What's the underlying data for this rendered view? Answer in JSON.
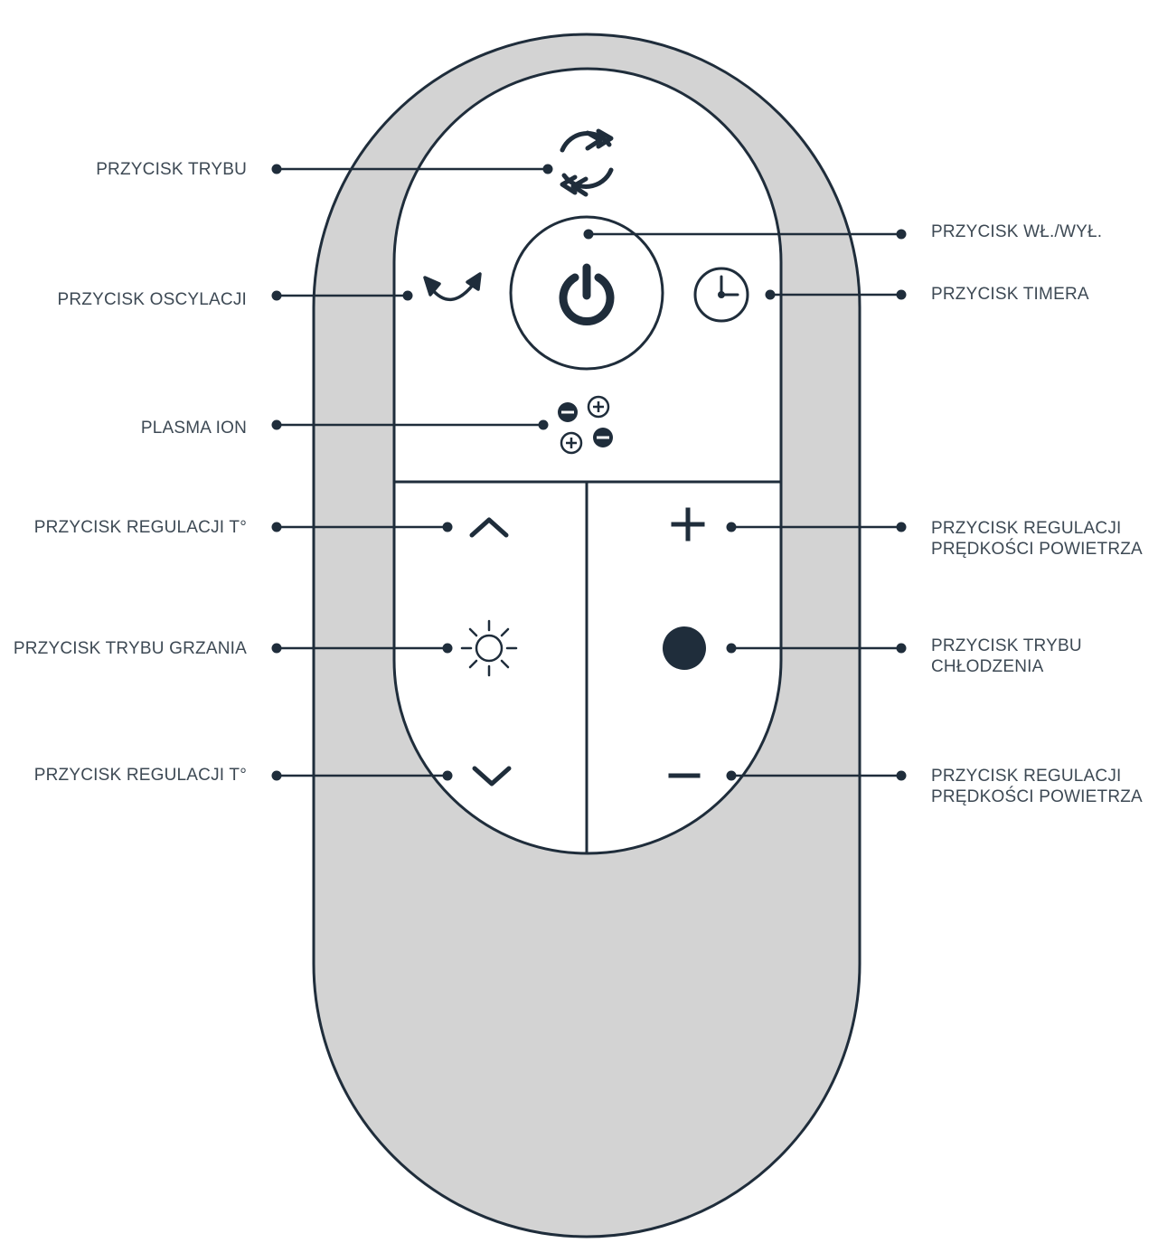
{
  "colors": {
    "outline": "#1f2d3b",
    "body_fill": "#d3d3d3",
    "panel_fill": "#ffffff",
    "label_text": "#3d4954"
  },
  "icons": {
    "mode": "cycle-arrows-icon",
    "power": "power-icon",
    "oscillation": "swing-arrows-icon",
    "timer": "clock-icon",
    "plasma": "ion-plus-minus-icon",
    "temp_up": "chevron-up-icon",
    "temp_down": "chevron-down-icon",
    "heat": "sun-icon",
    "speed_up": "plus-icon",
    "speed_down": "minus-icon",
    "cool": "filled-dot-icon"
  },
  "labels": {
    "mode": "PRZYCISK TRYBU",
    "oscillation": "PRZYCISK OSCYLACJI",
    "plasma": "PLASMA ION",
    "temp_up": "PRZYCISK REGULACJI T°",
    "heat": "PRZYCISK TRYBU GRZANIA",
    "temp_down": "PRZYCISK REGULACJI T°",
    "power": "PRZYCISK WŁ./WYŁ.",
    "timer": "PRZYCISK TIMERA",
    "speed_up_line1": "PRZYCISK REGULACJI",
    "speed_up_line2": "PRĘDKOŚCI POWIETRZA",
    "cool_line1": "PRZYCISK TRYBU",
    "cool_line2": "CHŁODZENIA",
    "speed_down_line1": "PRZYCISK REGULACJI",
    "speed_down_line2": "PRĘDKOŚCI POWIETRZA"
  }
}
